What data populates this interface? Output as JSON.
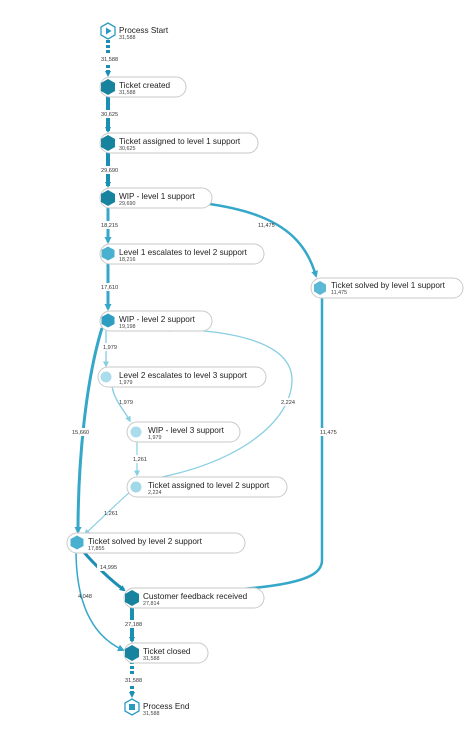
{
  "colors": {
    "strong": "#1a8fb3",
    "medium": "#35a7c9",
    "light": "#88cfe2",
    "lighter": "#a9ddec",
    "label_bg": "#ffffff"
  },
  "nodes": {
    "process_start": {
      "label": "Process Start",
      "count": "31,588"
    },
    "ticket_created": {
      "label": "Ticket created",
      "count": "31,588"
    },
    "assigned_l1": {
      "label": "Ticket assigned to level 1 support",
      "count": "30,625"
    },
    "wip_l1": {
      "label": "WIP - level 1 support",
      "count": "29,690"
    },
    "escalate_l2": {
      "label": "Level 1 escalates to level 2 support",
      "count": "18,216"
    },
    "solved_l1": {
      "label": "Ticket solved by level 1 support",
      "count": "11,475"
    },
    "wip_l2": {
      "label": "WIP - level 2 support",
      "count": "19,198"
    },
    "escalate_l3": {
      "label": "Level 2 escalates to level 3 support",
      "count": "1,979"
    },
    "wip_l3": {
      "label": "WIP - level 3 support",
      "count": "1,979"
    },
    "assigned_l2": {
      "label": "Ticket assigned to level 2 support",
      "count": "2,224"
    },
    "solved_l2": {
      "label": "Ticket solved by level 2 support",
      "count": "17,855"
    },
    "feedback": {
      "label": "Customer feedback received",
      "count": "27,814"
    },
    "closed": {
      "label": "Ticket closed",
      "count": "31,588"
    },
    "process_end": {
      "label": "Process End",
      "count": "31,588"
    }
  },
  "edges": {
    "start_created": "31,588",
    "created_assigned_l1": "30,625",
    "assigned_l1_wip_l1": "29,690",
    "wip_l1_escalate_l2": "18,215",
    "wip_l1_solved_l1": "11,475",
    "escalate_l2_wip_l2": "17,610",
    "wip_l2_escalate_l3": "1,979",
    "escalate_l3_wip_l3": "1,979",
    "wip_l3_assigned_l2": "1,261",
    "assigned_l2_wip_l2": "2,224",
    "wip_l2_solved_l2": "15,660",
    "assigned_l2_solved_l2": "1,261",
    "solved_l1_feedback": "11,475",
    "solved_l2_feedback": "14,995",
    "solved_l2_closed": "4,048",
    "feedback_closed": "27,188",
    "closed_end": "31,588"
  }
}
